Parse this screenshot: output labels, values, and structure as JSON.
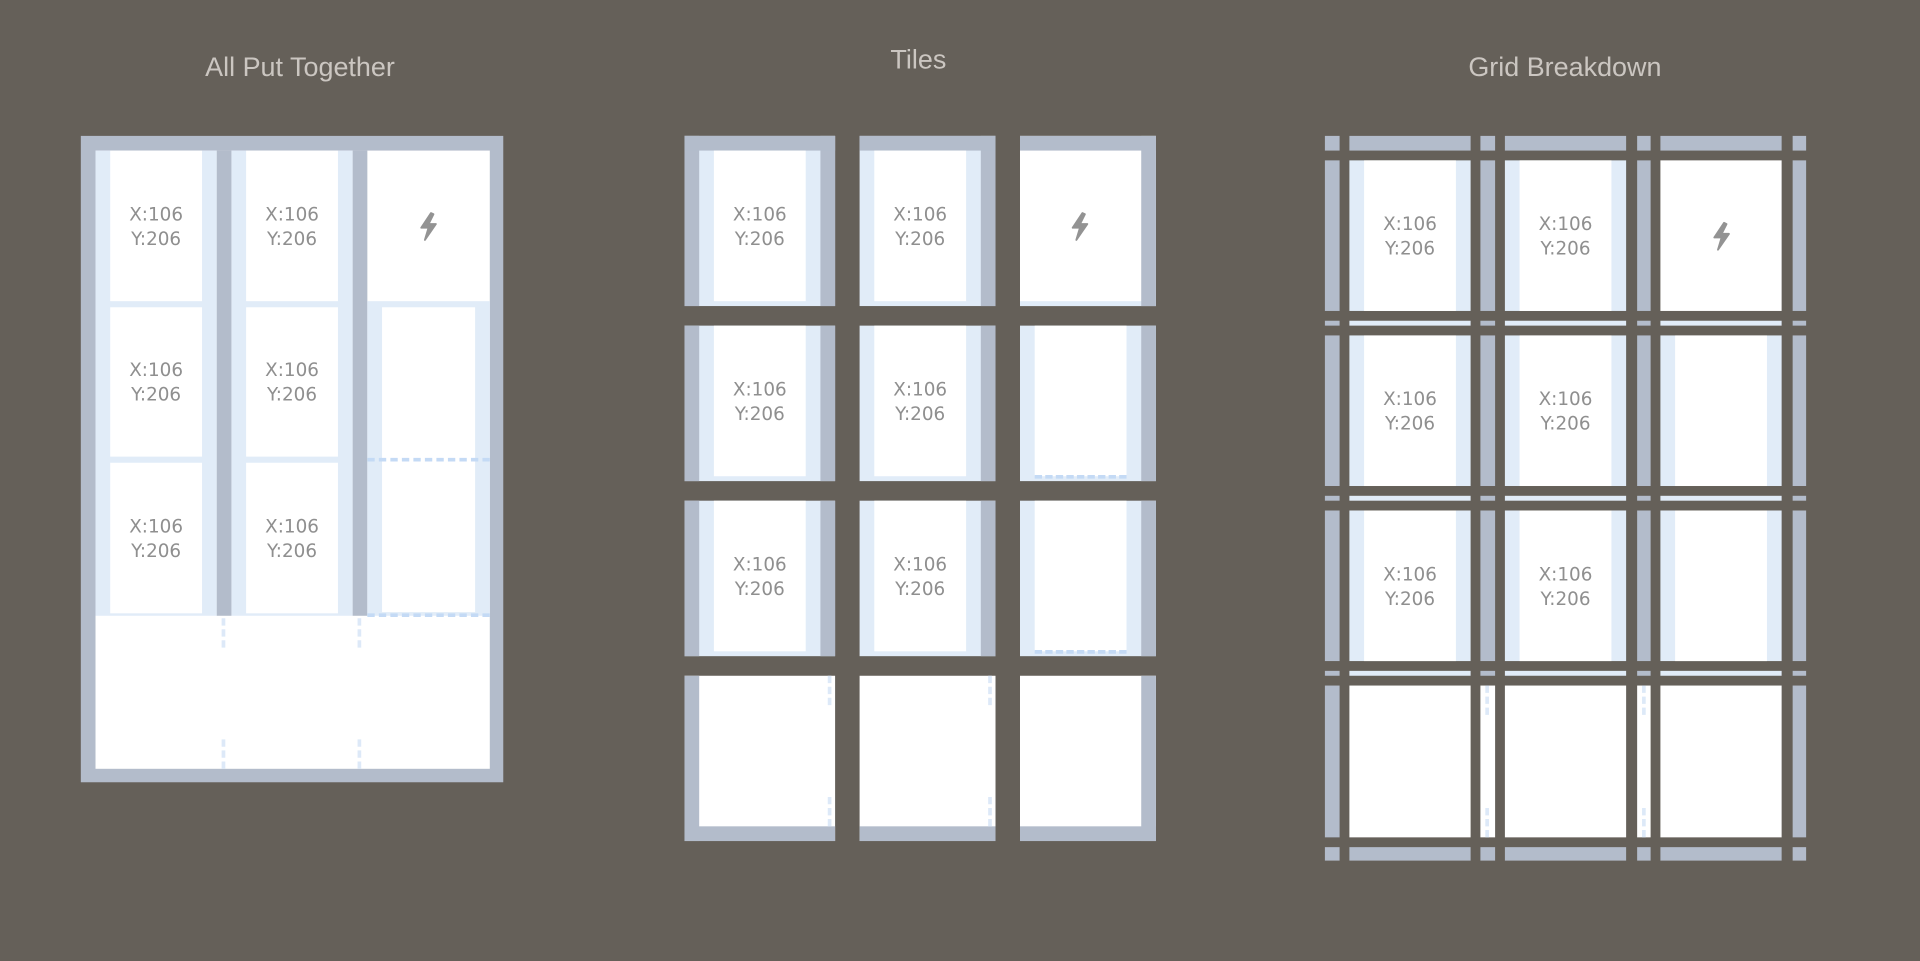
{
  "titles": {
    "all_put_together": "All Put Together",
    "tiles": "Tiles",
    "grid_breakdown": "Grid Breakdown"
  },
  "tile_label": {
    "x": "X:106",
    "y": "Y:206"
  },
  "icons": {
    "featured_tile": "lightning-bolt-icon"
  },
  "colors": {
    "background": "#656059",
    "gutter": "#b3bccb",
    "padding": "#e1ecf8",
    "content": "#ffffff",
    "text": "#8f8f8f"
  }
}
